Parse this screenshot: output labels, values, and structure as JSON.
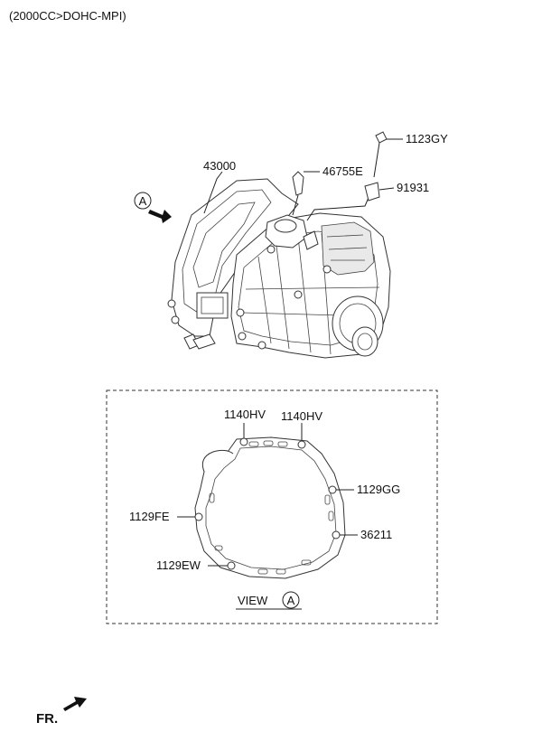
{
  "header": {
    "engine_spec": "(2000CC>DOHC-MPI)"
  },
  "parts": {
    "transaxle": "43000",
    "bolt_top": "1123GY",
    "sensor": "46755E",
    "bracket": "91931"
  },
  "view_a": {
    "marker": "A",
    "view_label": "VIEW",
    "view_marker": "A",
    "bolt_top_left": "1140HV",
    "bolt_top_right": "1140HV",
    "bolt_right_upper": "1129GG",
    "dowel_right": "36211",
    "bolt_left": "1129FE",
    "bolt_bottom_left": "1129EW"
  },
  "footer": {
    "direction": "FR."
  },
  "colors": {
    "line": "#222222",
    "shade": "#e9e9e9",
    "background": "#ffffff"
  }
}
